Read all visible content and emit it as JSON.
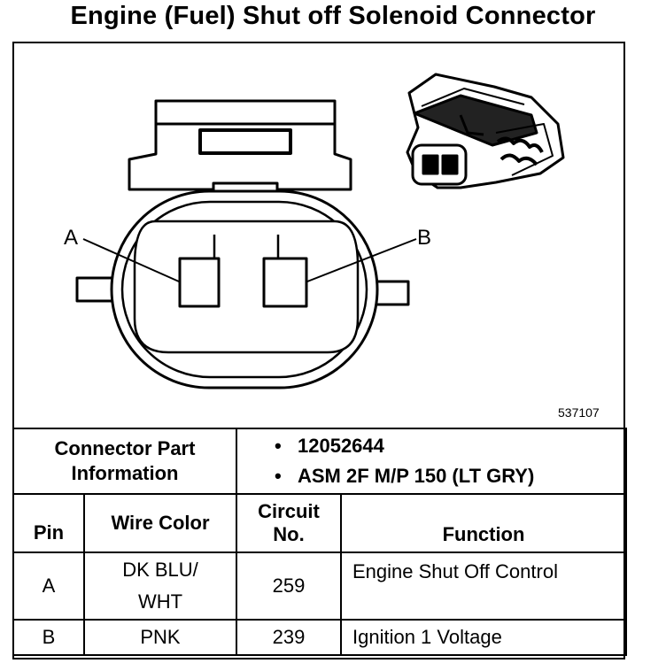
{
  "title": "Engine (Fuel) Shut off Solenoid Connector",
  "diagram": {
    "callout_a": "A",
    "callout_b": "B",
    "figure_number": "537107"
  },
  "connector_info": {
    "label": "Connector Part Information",
    "parts": [
      "12052644",
      "ASM 2F M/P 150 (LT GRY)"
    ]
  },
  "table": {
    "headers": {
      "pin": "Pin",
      "wire_color": "Wire Color",
      "circuit": "Circuit No.",
      "function": "Function"
    },
    "rows": [
      {
        "pin": "A",
        "wire_color": "DK BLU/ WHT",
        "circuit": "259",
        "function": "Engine Shut Off Control"
      },
      {
        "pin": "B",
        "wire_color": "PNK",
        "circuit": "239",
        "function": "Ignition 1 Voltage"
      }
    ]
  }
}
